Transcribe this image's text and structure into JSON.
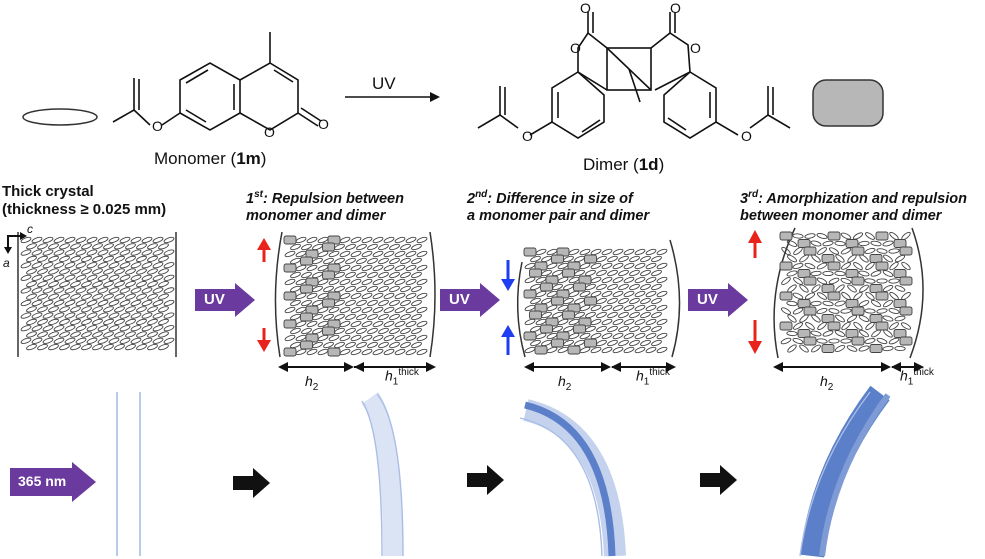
{
  "reaction": {
    "arrow_label": "UV",
    "monomer_name": "Monomer (",
    "monomer_id": "1m",
    "dimer_name": "Dimer (",
    "dimer_id": "1d",
    "close_paren": ")",
    "atom_O": "O"
  },
  "panels": {
    "thick": {
      "title_line1": "Thick crystal",
      "title_line2": "(thickness ≥ 0.025 mm)",
      "axis_c": "c",
      "axis_a": "a"
    },
    "step1": {
      "ordinal": "1",
      "sup": "st",
      "text_line1": ": Repulsion between",
      "text_line2": "monomer and dimer"
    },
    "step2": {
      "ordinal": "2",
      "sup": "nd",
      "text_line1": ": Difference in size of",
      "text_line2": "a monomer pair and dimer"
    },
    "step3": {
      "ordinal": "3",
      "sup": "rd",
      "text_line1": ": Amorphization and repulsion",
      "text_line2": "between monomer and dimer"
    }
  },
  "uv_arrow_label": "UV",
  "irradiation_label": "365 nm",
  "h_labels": {
    "h": "h",
    "h2_sub": "2",
    "h1_sub": "1",
    "thick_sup": "thick"
  },
  "colors": {
    "uv_arrow": "#6a3a9e",
    "red_arrow": "#e8231b",
    "blue_arrow": "#1f3ef0",
    "crystal_blue": "#5b7fc9",
    "crystal_light": "#dbe4f5",
    "dimer_fill": "#b7b7b7"
  }
}
